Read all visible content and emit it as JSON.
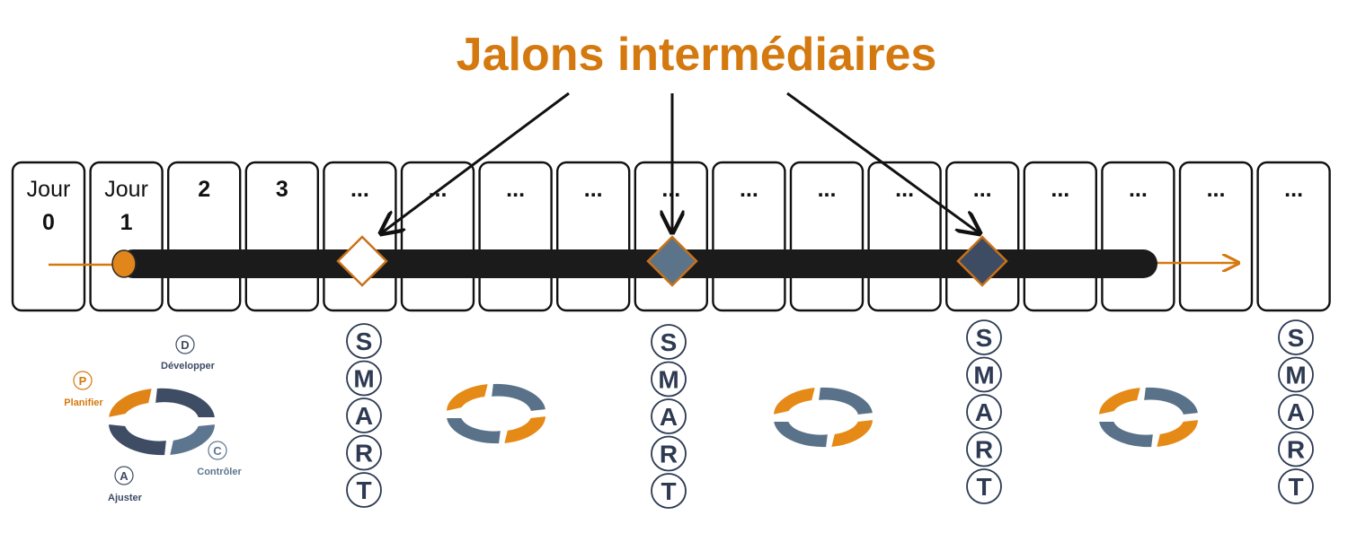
{
  "title": "Jalons intermédiaires",
  "days": [
    {
      "line1": "Jour",
      "line2": "0"
    },
    {
      "line1": "Jour",
      "line2": "1"
    },
    {
      "line1": "2",
      "line2": ""
    },
    {
      "line1": "3",
      "line2": ""
    },
    {
      "line1": "...",
      "line2": ""
    },
    {
      "line1": "...",
      "line2": ""
    },
    {
      "line1": "...",
      "line2": ""
    },
    {
      "line1": "...",
      "line2": ""
    },
    {
      "line1": "...",
      "line2": ""
    },
    {
      "line1": "...",
      "line2": ""
    },
    {
      "line1": "...",
      "line2": ""
    },
    {
      "line1": "...",
      "line2": ""
    },
    {
      "line1": "...",
      "line2": ""
    },
    {
      "line1": "...",
      "line2": ""
    },
    {
      "line1": "...",
      "line2": ""
    },
    {
      "line1": "...",
      "line2": ""
    },
    {
      "line1": "...",
      "line2": ""
    }
  ],
  "smart_letters": [
    "S",
    "M",
    "A",
    "R",
    "T"
  ],
  "pdca": {
    "p_letter": "P",
    "p_label": "Planifier",
    "d_letter": "D",
    "d_label": "Développer",
    "c_letter": "C",
    "c_label": "Contrôler",
    "a_letter": "A",
    "a_label": "Ajuster"
  },
  "colors": {
    "accent_orange": "#d4790f",
    "milestone_orange": "#c8711a",
    "dark_slate": "#3d4b63",
    "mid_slate": "#5d7690",
    "bar": "#1b1b1b",
    "smart_text": "#2d3a52"
  },
  "milestones": [
    {
      "fill": "#ffffff"
    },
    {
      "fill": "#5b7489"
    },
    {
      "fill": "#3d4b63"
    }
  ]
}
